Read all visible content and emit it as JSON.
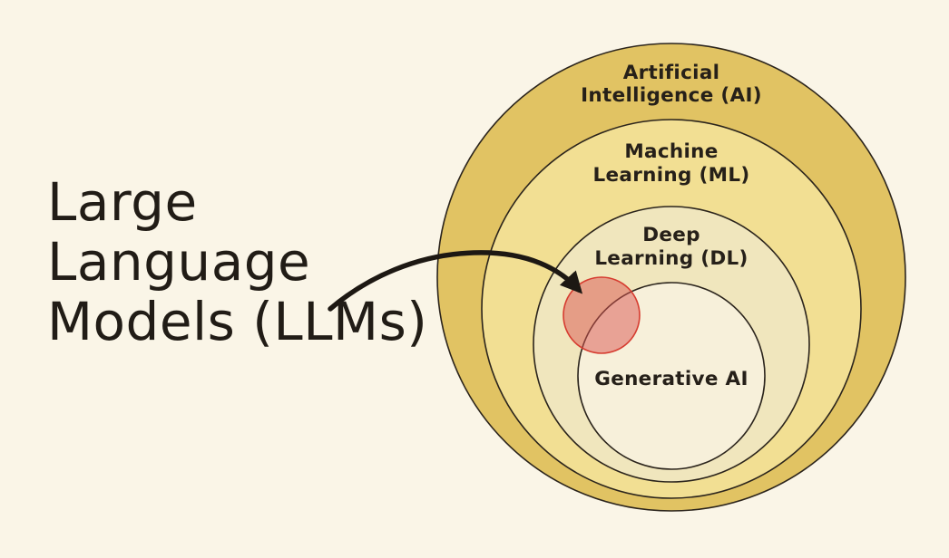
{
  "canvas": {
    "background_color": "#faf5e7",
    "text_color": "#262019"
  },
  "title": {
    "full_text": "Large Language Models (LLMs)",
    "lines": [
      "Large",
      "Language",
      "Models (LLMs)"
    ]
  },
  "diagram": {
    "outline_color": "#2b241c",
    "arrow_color": "#1d1813",
    "circles": [
      {
        "id": "artificial-intelligence",
        "label_lines": [
          "Artificial",
          "Intelligence (AI)"
        ],
        "fill": "#e1c363"
      },
      {
        "id": "machine-learning",
        "label_lines": [
          "Machine",
          "Learning (ML)"
        ],
        "fill": "#f2df93"
      },
      {
        "id": "deep-learning",
        "label_lines": [
          "Deep",
          "Learning (DL)"
        ],
        "fill": "#f0e6bd"
      },
      {
        "id": "generative-ai",
        "label_lines": [
          "Generative AI"
        ],
        "fill": "#f7f0da"
      }
    ],
    "llm_marker": {
      "fill": "#d9534f",
      "fill_opacity": "0.5",
      "stroke": "#d63c30"
    }
  }
}
